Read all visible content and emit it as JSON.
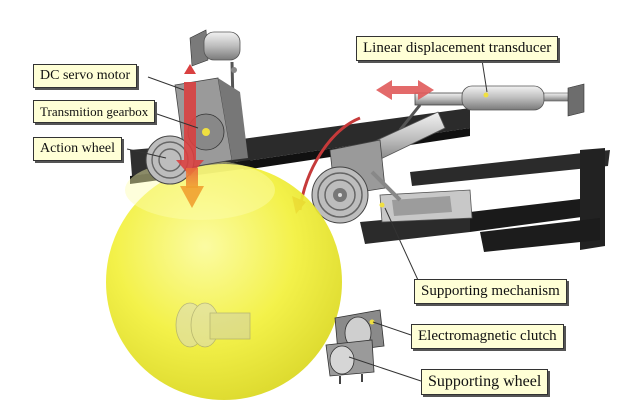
{
  "labels": {
    "dc_servo_motor": "DC  servo motor",
    "transmition_gearbox": "Transmition gearbox",
    "action_wheel": "Action wheel",
    "linear_displacement_transducer": "Linear displacement transducer",
    "supporting_mechanism": "Supporting mechanism",
    "electromagnetic_clutch": "Electromagnetic clutch",
    "supporting_wheel": "Supporting wheel"
  },
  "colors": {
    "sphere": "#f2f03a",
    "frame": "#2b2b2b",
    "callout_fill": "#ffffd6",
    "arrow_red": "#e05a5a"
  }
}
